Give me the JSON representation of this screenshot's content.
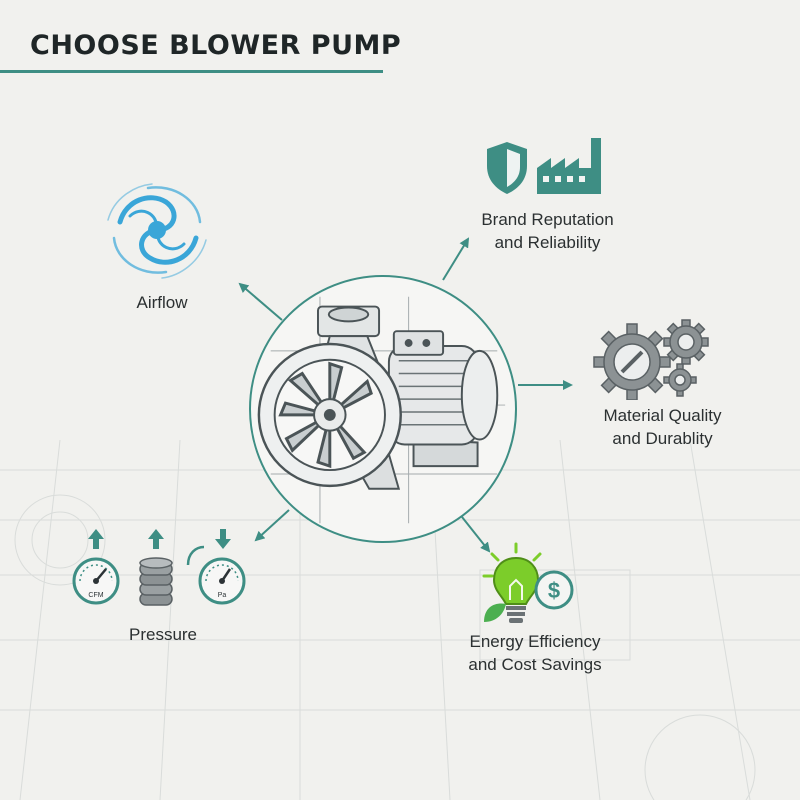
{
  "title": "CHOOSE BLOWER PUMP",
  "factors": {
    "airflow": {
      "label": "Airflow"
    },
    "brand": {
      "line1": "Brand Reputation",
      "line2": "and Reliability"
    },
    "material": {
      "line1": "Material Quality",
      "line2": "and Durablity"
    },
    "energy": {
      "line1": "Energy Efficiency",
      "line2": "and Cost Savings"
    },
    "pressure": {
      "label": "Pressure",
      "gauge_left_unit": "CFM",
      "gauge_right_unit": "Pa"
    }
  },
  "colors": {
    "accent": "#3e8e84",
    "airflow_blue": "#3aa6d8",
    "gear_gray": "#8c9294",
    "bulb_green": "#7ccd2a"
  },
  "icons": {
    "airflow": "swirl-icon",
    "brand": [
      "shield-icon",
      "factory-icon"
    ],
    "material": "gears-icon",
    "energy": [
      "lightbulb-icon",
      "dollar-coin-icon",
      "leaf-icon"
    ],
    "pressure": [
      "gauge-icon",
      "coin-stack-icon",
      "gauge-icon"
    ]
  }
}
